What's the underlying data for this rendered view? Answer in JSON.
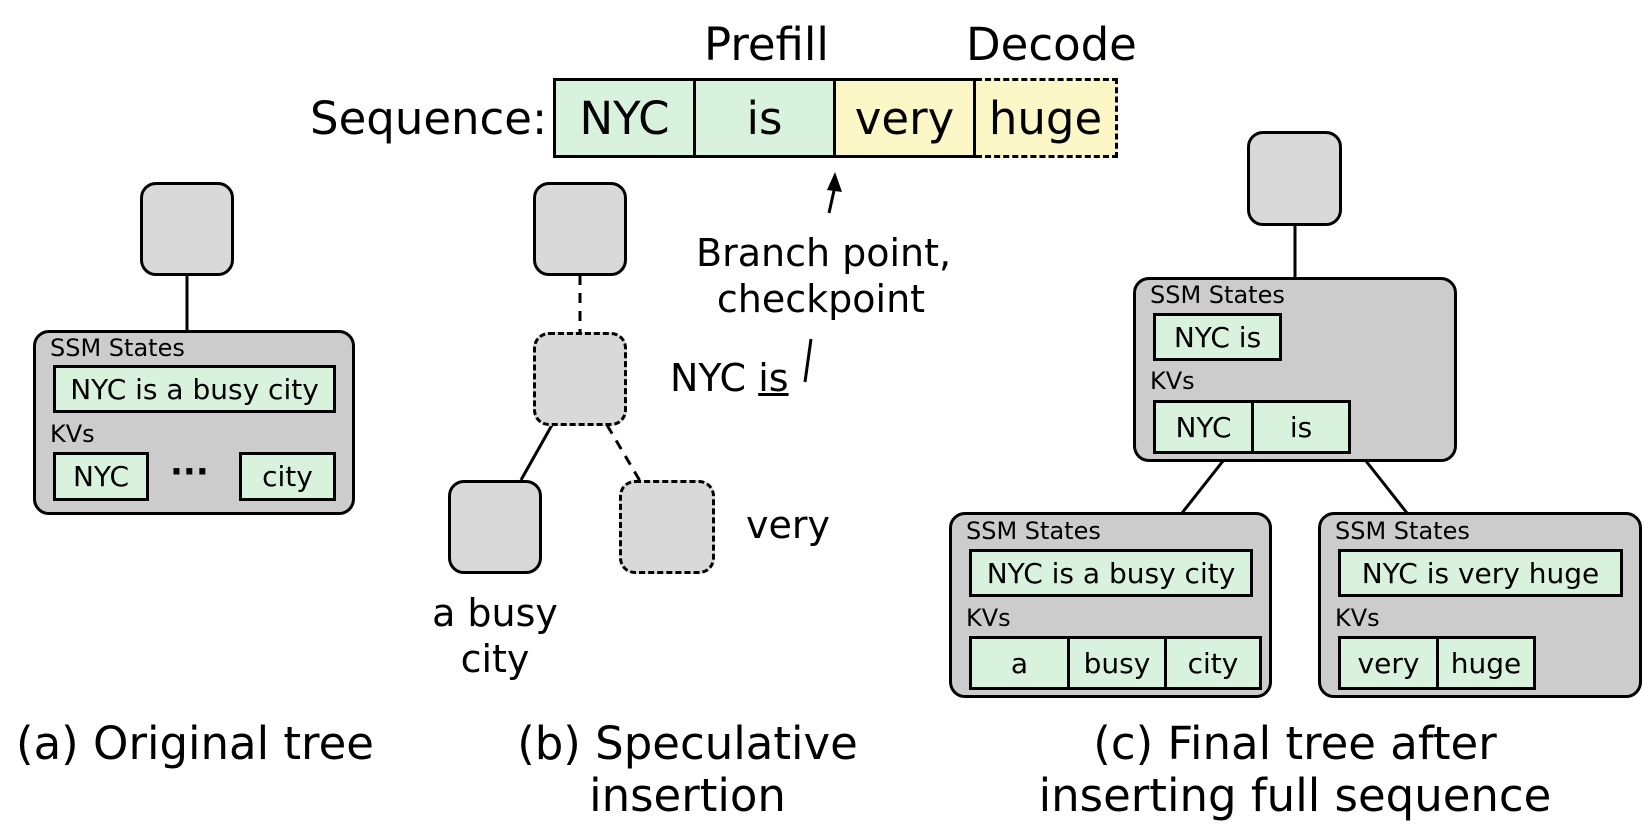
{
  "sequence": {
    "label": "Sequence:",
    "prefill_label": "Prefill",
    "decode_label": "Decode",
    "tokens": [
      "NYC",
      "is",
      "very",
      "huge"
    ],
    "colors": {
      "prefill": "#d9f2de",
      "decode": "#fcf7c6"
    }
  },
  "annotations": {
    "branch_point_line1": "Branch point,",
    "branch_point_line2": "checkpoint",
    "nyc_prefix": "NYC",
    "nyc_is_underlined": "is",
    "very": "very",
    "a_busy": "a busy",
    "city": "city"
  },
  "tree_a": {
    "ssm_label": "SSM States",
    "ssm_value": "NYC is a busy city",
    "kvs_label": "KVs",
    "kvs": [
      "NYC",
      "city"
    ],
    "ellipsis": "···"
  },
  "tree_c": {
    "root": {
      "ssm_label": "SSM States",
      "ssm_value": "NYC is",
      "kvs_label": "KVs",
      "kvs": [
        "NYC",
        "is"
      ]
    },
    "left": {
      "ssm_label": "SSM States",
      "ssm_value": "NYC is a busy city",
      "kvs_label": "KVs",
      "kvs": [
        "a",
        "busy",
        "city"
      ]
    },
    "right": {
      "ssm_label": "SSM States",
      "ssm_value": "NYC is very huge",
      "kvs_label": "KVs",
      "kvs": [
        "very",
        "huge"
      ]
    }
  },
  "captions": {
    "a": "(a) Original tree",
    "b_line1": "(b) Speculative",
    "b_line2": "insertion",
    "c_line1": "(c) Final tree after",
    "c_line2": "inserting full sequence"
  },
  "colors": {
    "node_fill": "#d9d9d9",
    "panel_fill": "#cccccc",
    "cell_fill": "#d9f2de"
  }
}
